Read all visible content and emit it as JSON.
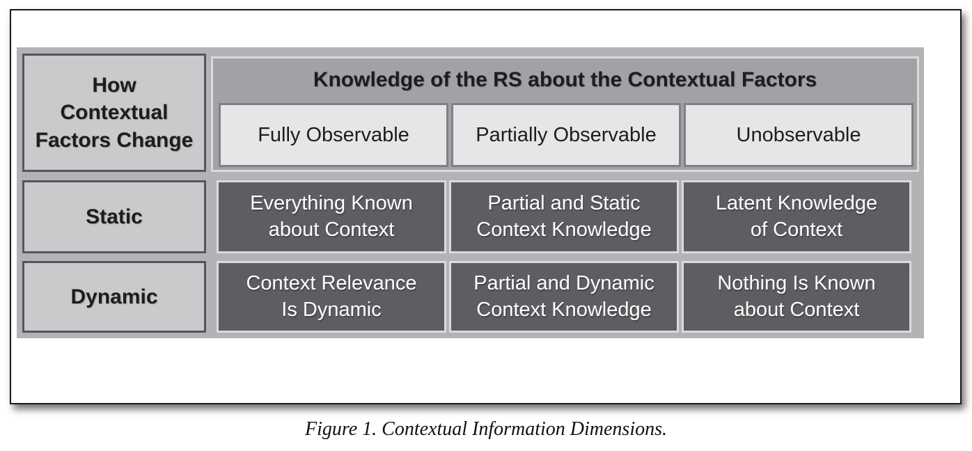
{
  "figure": {
    "caption": "Figure 1. Contextual Information Dimensions."
  },
  "table": {
    "corner_label": "How\nContextual\nFactors Change",
    "header": {
      "title": "Knowledge of the RS about the Contextual Factors",
      "columns": [
        "Fully Observable",
        "Partially Observable",
        "Unobservable"
      ]
    },
    "rows": [
      {
        "label": "Static",
        "cells": [
          "Everything Known\nabout Context",
          "Partial and Static\nContext Knowledge",
          "Latent Knowledge\nof Context"
        ]
      },
      {
        "label": "Dynamic",
        "cells": [
          "Context Relevance\nIs Dynamic",
          "Partial and Dynamic\nContext Knowledge",
          "Nothing Is Known\nabout Context"
        ]
      }
    ]
  },
  "colors": {
    "container_bg": "#b1b3b5",
    "row_label_bg": "#c9cacc",
    "row_label_border": "#55565a",
    "header_group_bg": "#a0a2a5",
    "header_group_border": "#d9dadb",
    "column_header_bg": "#e5e6e7",
    "column_header_border": "#7f8184",
    "data_cell_bg": "#5d5e61",
    "data_cell_border": "#dadbdc",
    "text_dark": "#1d1d1f",
    "text_light": "#ffffff",
    "frame_border": "#1a1a1a"
  }
}
